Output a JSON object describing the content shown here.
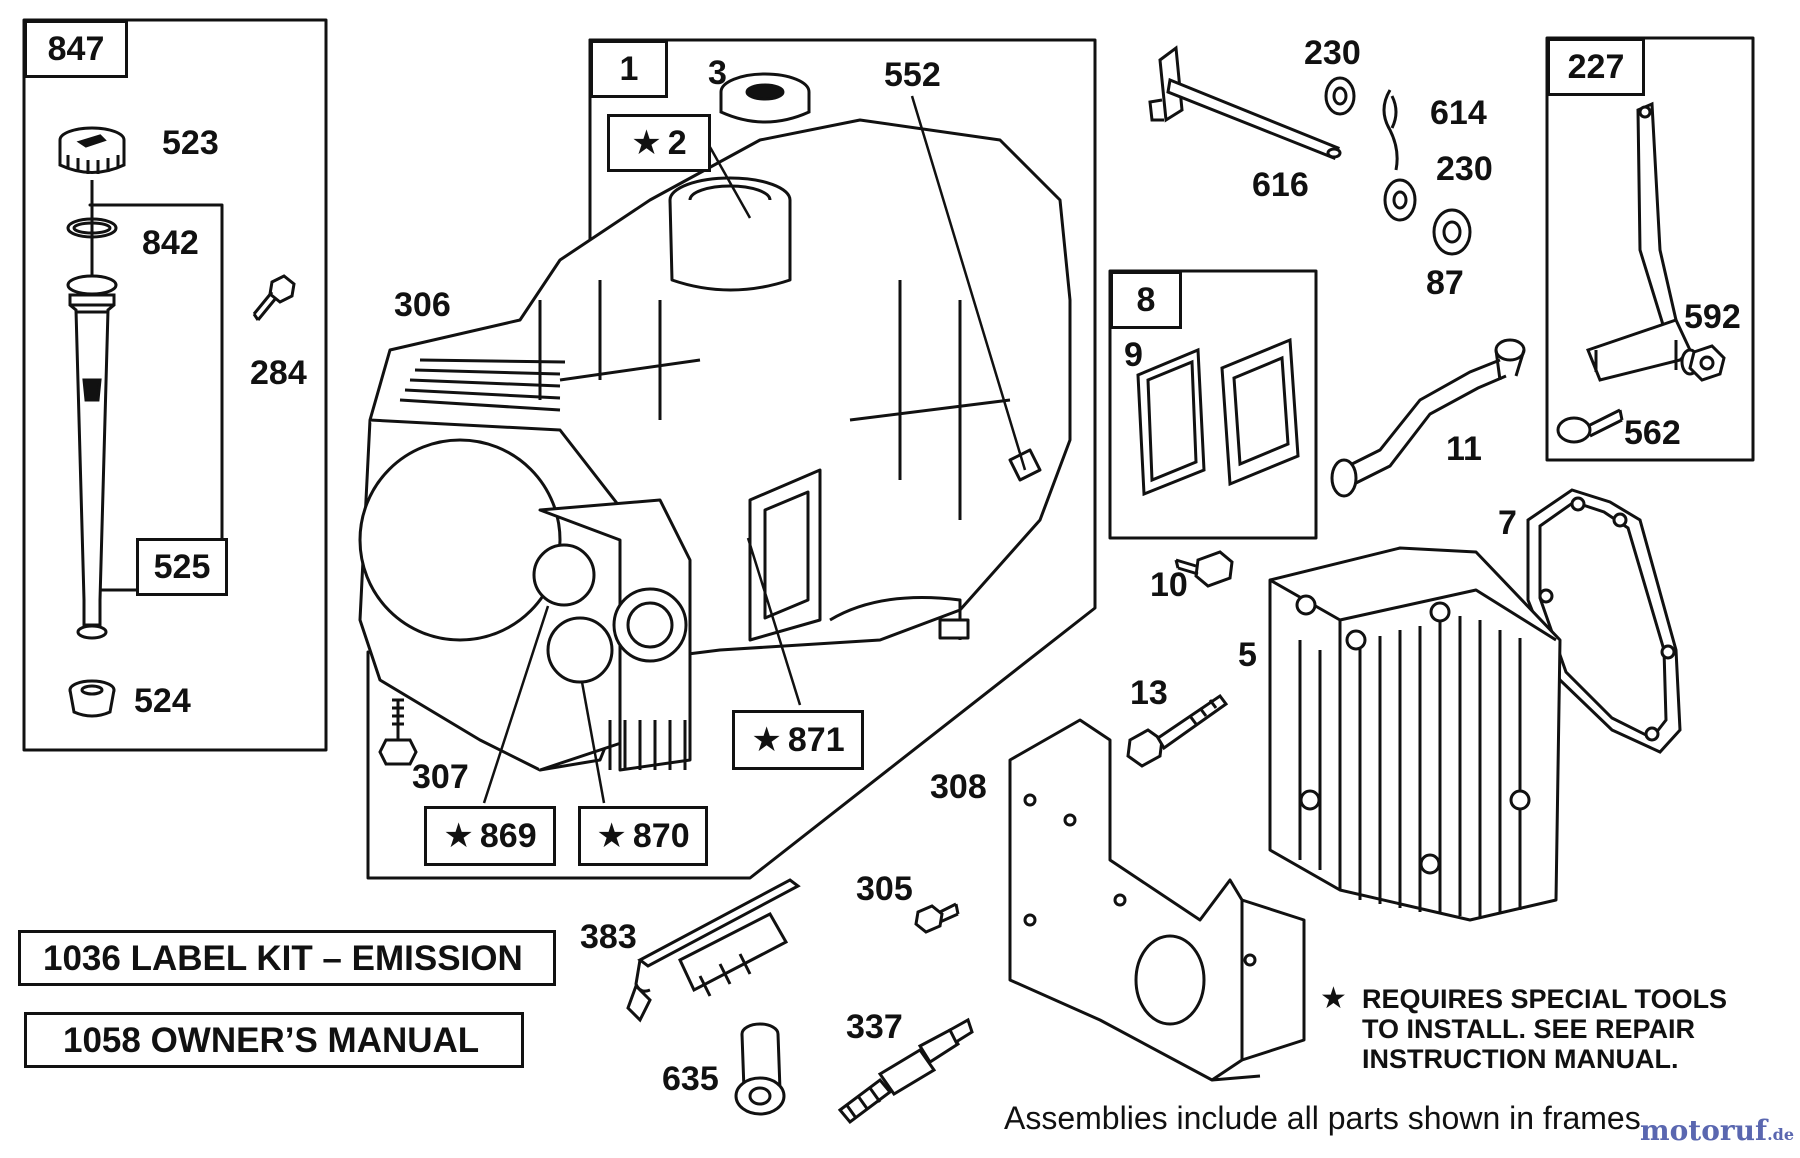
{
  "frames": {
    "f847": "847",
    "f1": "1",
    "f8": "8",
    "f227": "227",
    "f525": "525"
  },
  "star_glyph": "★",
  "star_boxes": {
    "s2": "2",
    "s871": "871",
    "s869": "869",
    "s870": "870"
  },
  "labels": {
    "p523": "523",
    "p842": "842",
    "p284": "284",
    "p524": "524",
    "p3": "3",
    "p552": "552",
    "p306": "306",
    "p307": "307",
    "p230a": "230",
    "p614": "614",
    "p616": "616",
    "p230b": "230",
    "p87": "87",
    "p9": "9",
    "p11": "11",
    "p592": "592",
    "p562": "562",
    "p7": "7",
    "p10": "10",
    "p5": "5",
    "p13": "13",
    "p308": "308",
    "p305": "305",
    "p383": "383",
    "p337": "337",
    "p635": "635"
  },
  "kits": {
    "label_kit": "1036 LABEL KIT – EMISSION",
    "owners_manual": "1058 OWNER’S MANUAL"
  },
  "notes": {
    "special_tools_line1": "REQUIRES SPECIAL TOOLS",
    "special_tools_line2": "TO INSTALL.  SEE REPAIR",
    "special_tools_line3": "INSTRUCTION MANUAL.",
    "assemblies": "Assemblies include all parts shown in frames."
  },
  "watermark": {
    "brand": "motoruf",
    "suffix": ".de"
  }
}
